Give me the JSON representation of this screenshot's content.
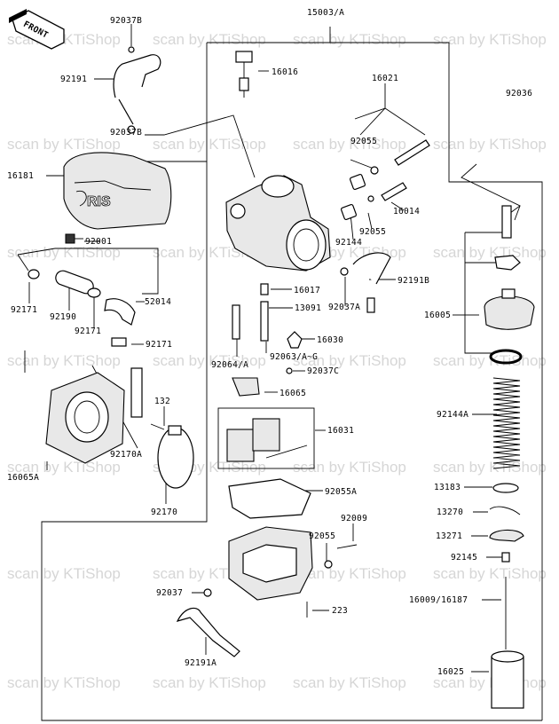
{
  "front_arrow": "FRONT",
  "watermark": "scan by KTiShop",
  "labels": {
    "l_92037b_top": "92037B",
    "l_15003a": "15003/A",
    "l_92191": "92191",
    "l_16016": "16016",
    "l_16021": "16021",
    "l_92036": "92036",
    "l_92037b": "92037B",
    "l_92055_top": "92055",
    "l_16181": "16181",
    "l_16014": "16014",
    "l_92001": "92001",
    "l_92055_mid": "92055",
    "l_92144": "92144",
    "l_92191b": "92191B",
    "l_16017": "16017",
    "l_52014": "52014",
    "l_92171_left": "92171",
    "l_92190": "92190",
    "l_92171_mid": "92171",
    "l_13091": "13091",
    "l_92037a": "92037A",
    "l_16005": "16005",
    "l_92171_low": "92171",
    "l_16030": "16030",
    "l_92064a": "92064/A",
    "l_92063": "92063/A~G",
    "l_92037c": "92037C",
    "l_16065": "16065",
    "l_132": "132",
    "l_92144a": "92144A",
    "l_16031": "16031",
    "l_92170a": "92170A",
    "l_16065a": "16065A",
    "l_13183": "13183",
    "l_92055a": "92055A",
    "l_92170": "92170",
    "l_13270": "13270",
    "l_92009": "92009",
    "l_92055_low": "92055",
    "l_13271": "13271",
    "l_92145": "92145",
    "l_92037": "92037",
    "l_16009": "16009/16187",
    "l_223": "223",
    "l_92191a": "92191A",
    "l_16025": "16025"
  }
}
